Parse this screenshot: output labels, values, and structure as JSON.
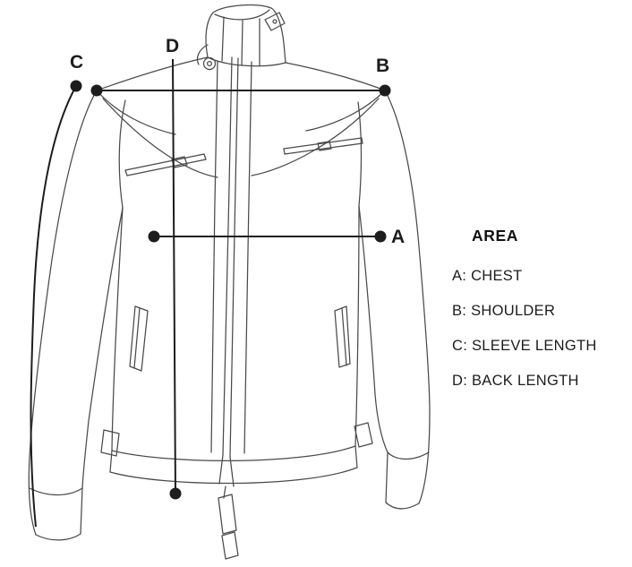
{
  "diagram": {
    "title_hint": "jacket measurement size guide",
    "markers": {
      "a": "A",
      "b": "B",
      "c": "C",
      "d": "D"
    },
    "legend": {
      "title": "AREA",
      "items": [
        {
          "label": "A: CHEST"
        },
        {
          "label": "B: SHOULDER"
        },
        {
          "label": "C: SLEEVE LENGTH"
        },
        {
          "label": "D: BACK LENGTH"
        }
      ]
    },
    "colors": {
      "background": "#ffffff",
      "sketch_stroke": "#4a4a4a",
      "measurement_stroke": "#1d1d1d",
      "text": "#1c1c1c"
    }
  }
}
